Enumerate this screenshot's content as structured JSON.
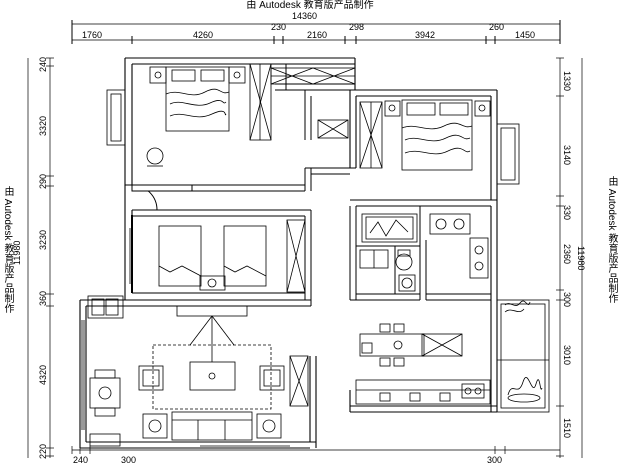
{
  "watermark": "由 Autodesk 教育版产品制作",
  "dimensions": {
    "total_width": "14360",
    "total_height": "11980",
    "top_segments": [
      "1760",
      "4260",
      "230",
      "2160",
      "298",
      "3942",
      "260",
      "1450"
    ],
    "bottom_segments": [
      "240",
      "300",
      "300"
    ],
    "left_segments": [
      "240",
      "3320",
      "290",
      "3230",
      "360",
      "4320",
      "220"
    ],
    "right_segments": [
      "1330",
      "3140",
      "330",
      "2360",
      "300",
      "3010",
      "1510"
    ]
  }
}
